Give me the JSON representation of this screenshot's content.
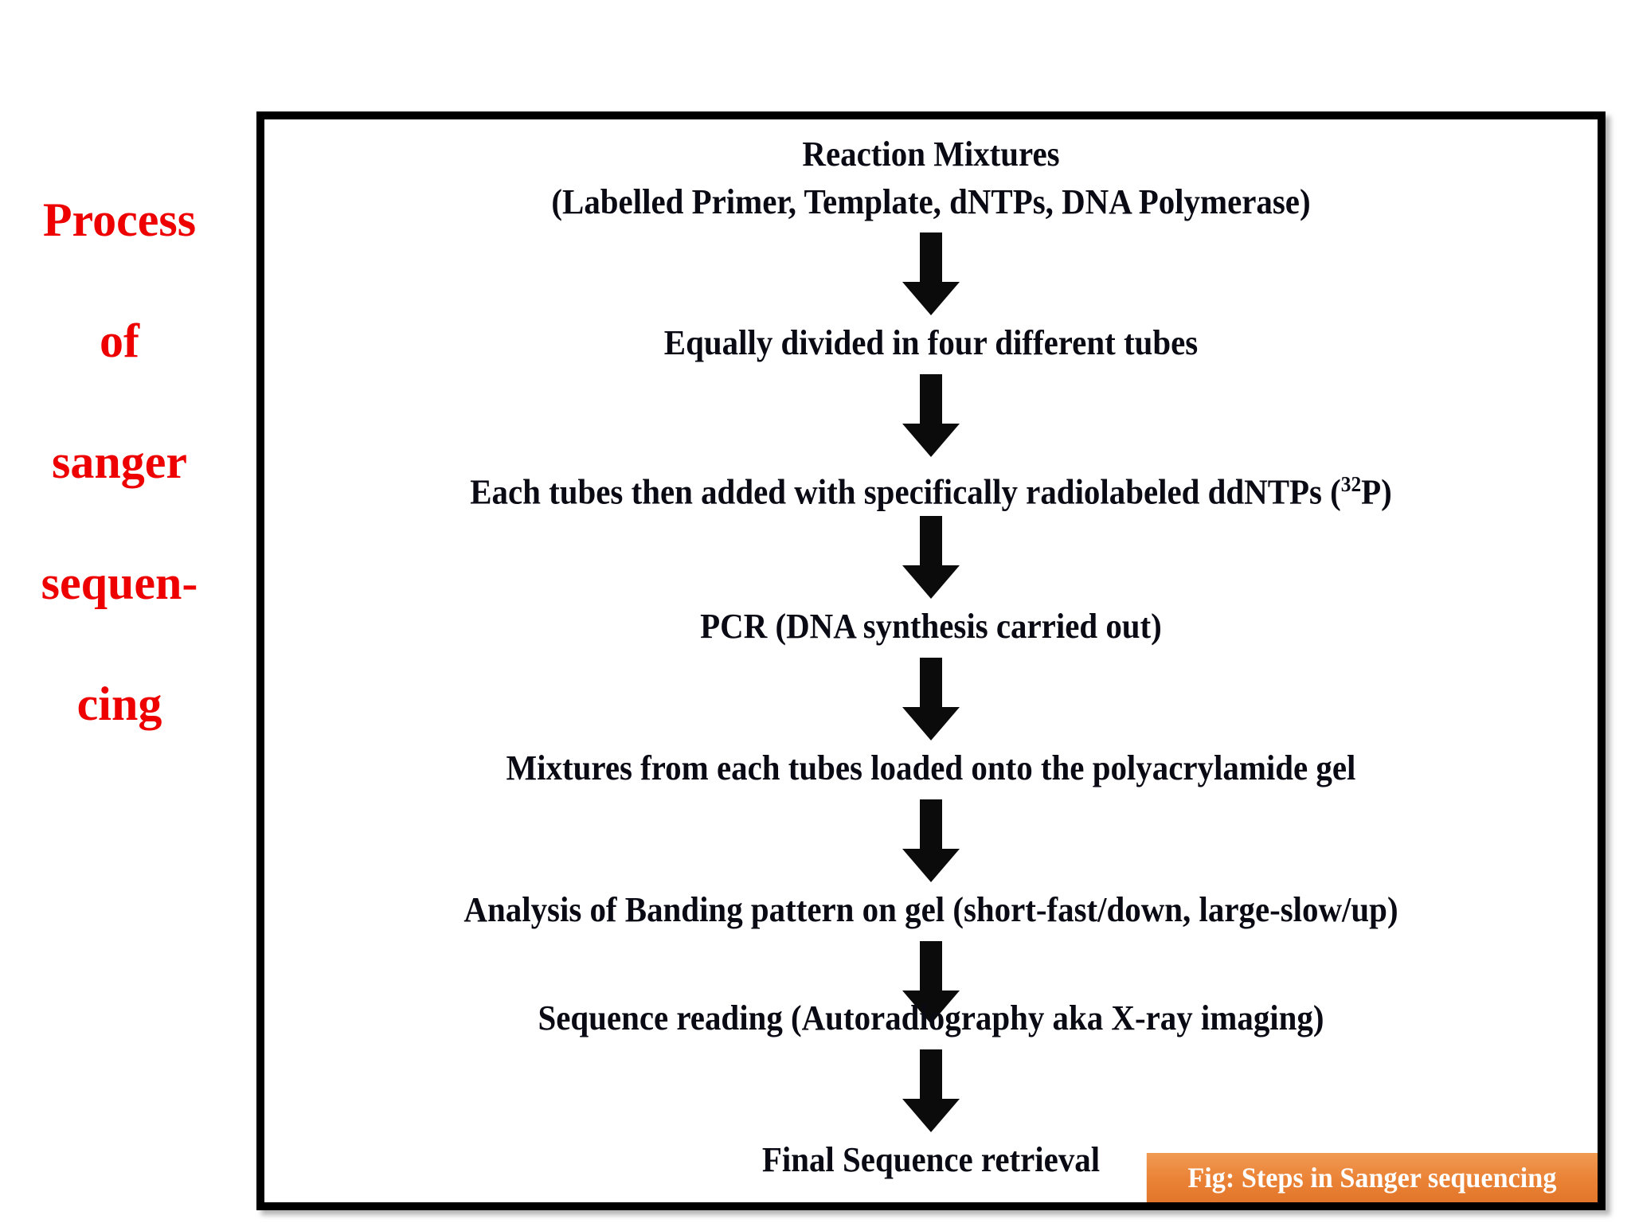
{
  "side_title": {
    "lines": [
      "Process",
      "of",
      "sanger",
      "sequen-",
      "cing"
    ],
    "color": "#ee0000"
  },
  "diagram": {
    "frame_border_color": "#000000",
    "text_color": "#0a0a14",
    "steps": [
      {
        "id": "reaction-mixtures",
        "line1": "Reaction Mixtures",
        "line2": "(Labelled Primer, Template, dNTPs, DNA Polymerase)"
      },
      {
        "id": "equally-divided",
        "line1": "Equally divided in four different tubes"
      },
      {
        "id": "add-ddntps",
        "line1": "Each tubes then added with specifically radiolabeled ddNTPs (",
        "sup": "32",
        "line1_tail": "P)"
      },
      {
        "id": "pcr",
        "line1": "PCR (DNA synthesis carried out)"
      },
      {
        "id": "load-gel",
        "line1": "Mixtures from each tubes loaded onto the polyacrylamide gel"
      },
      {
        "id": "analysis-banding",
        "line1": "Analysis of Banding pattern on gel (short-fast/down, large-slow/up)"
      },
      {
        "id": "sequence-reading",
        "line1": "Sequence reading (Autoradiography aka X-ray imaging)"
      },
      {
        "id": "final-sequence",
        "line1": "Final Sequence retrieval"
      }
    ],
    "arrow_count": 7,
    "arrow_color": "#0b0b0b"
  },
  "caption": {
    "text": "Fig: Steps in Sanger sequencing",
    "background_color": "#ea8236",
    "text_color": "#ffffff"
  }
}
